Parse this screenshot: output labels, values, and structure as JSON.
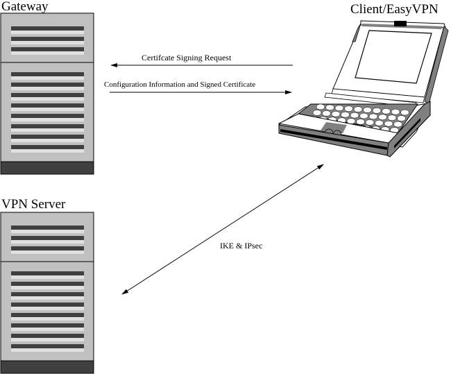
{
  "diagram": {
    "nodes": {
      "gateway": {
        "label": "Gateway",
        "type": "server"
      },
      "vpn_server": {
        "label": "VPN Server",
        "type": "server"
      },
      "client": {
        "label": "Client/EasyVPN",
        "type": "laptop"
      }
    },
    "edges": [
      {
        "id": "csr",
        "from": "client",
        "to": "gateway",
        "label": "Certifcate Signing Request",
        "direction": "to-gateway"
      },
      {
        "id": "config",
        "from": "gateway",
        "to": "client",
        "label": "Configuration Information and Signed Certificate",
        "direction": "to-client"
      },
      {
        "id": "ike",
        "from": "vpn_server",
        "to": "client",
        "label": "IKE & IPsec",
        "direction": "bidirectional"
      }
    ]
  },
  "colors": {
    "server_body": "#c0c0c0",
    "server_dark": "#404040",
    "server_stripe_light": "#e0e0e0",
    "line": "#000000",
    "laptop_gray": "#808080"
  }
}
